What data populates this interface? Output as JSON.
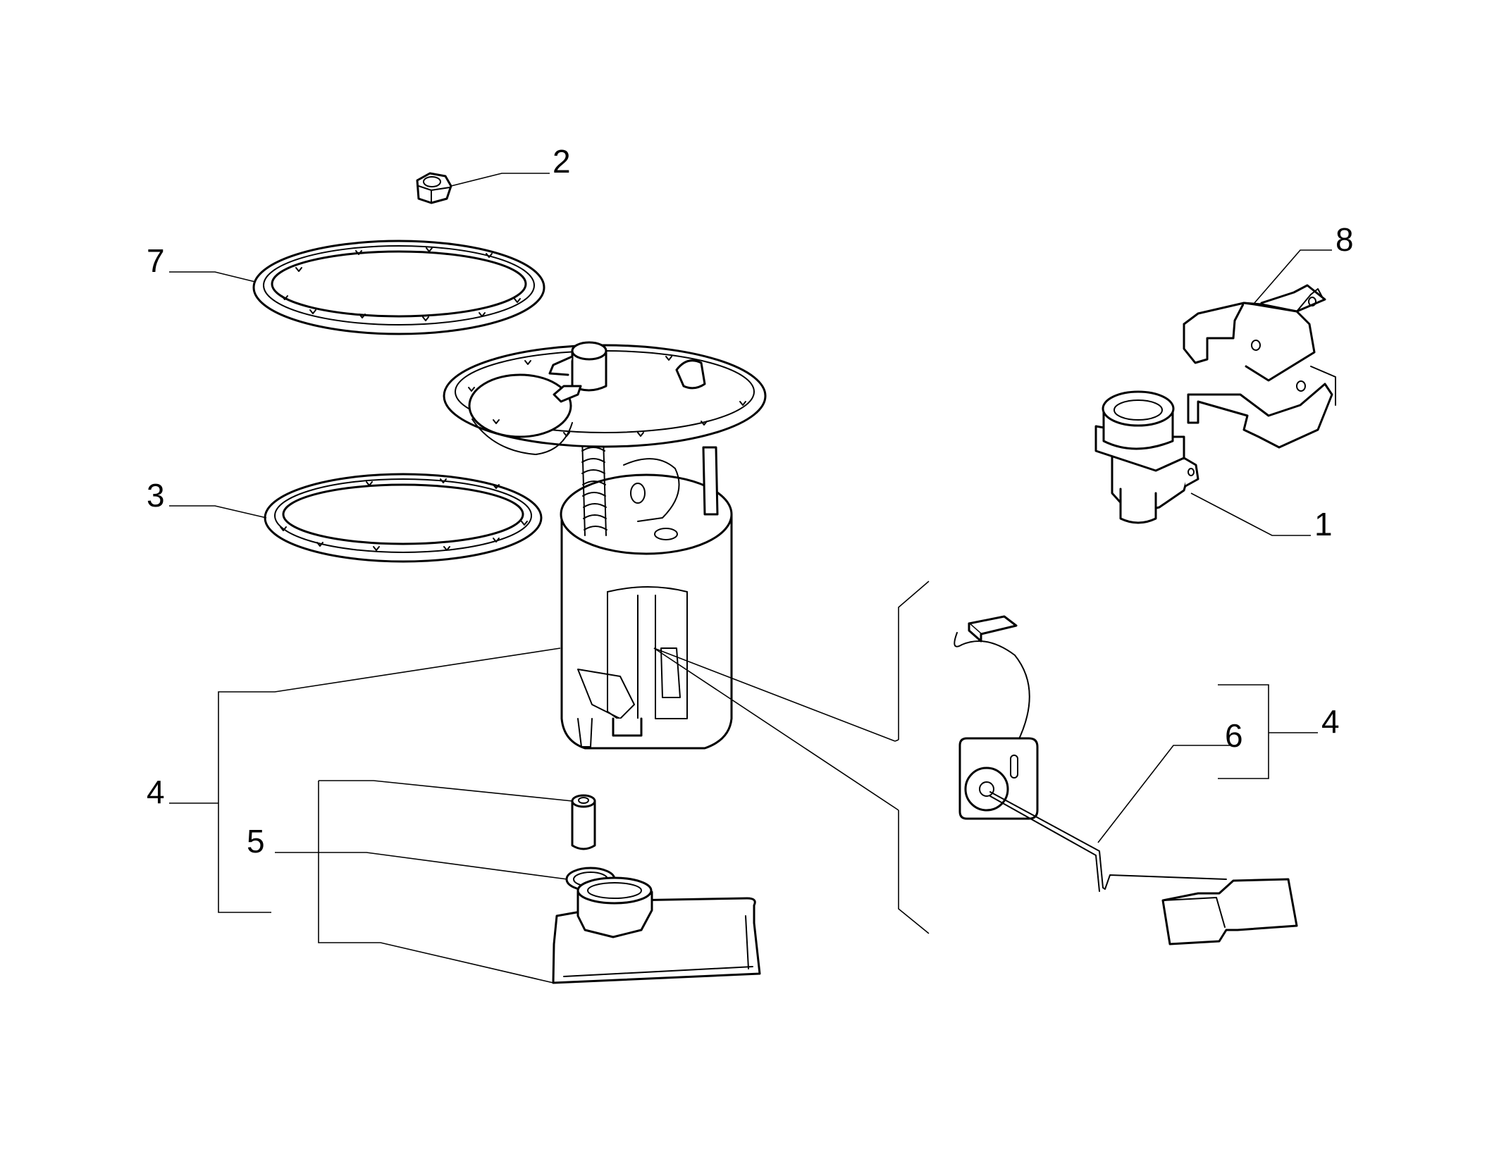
{
  "callouts": {
    "c1": "1",
    "c2": "2",
    "c3": "3",
    "c4_left": "4",
    "c4_right": "4",
    "c5": "5",
    "c6": "6",
    "c7": "7",
    "c8": "8"
  },
  "colors": {
    "line": "#000000",
    "background": "#ffffff"
  }
}
